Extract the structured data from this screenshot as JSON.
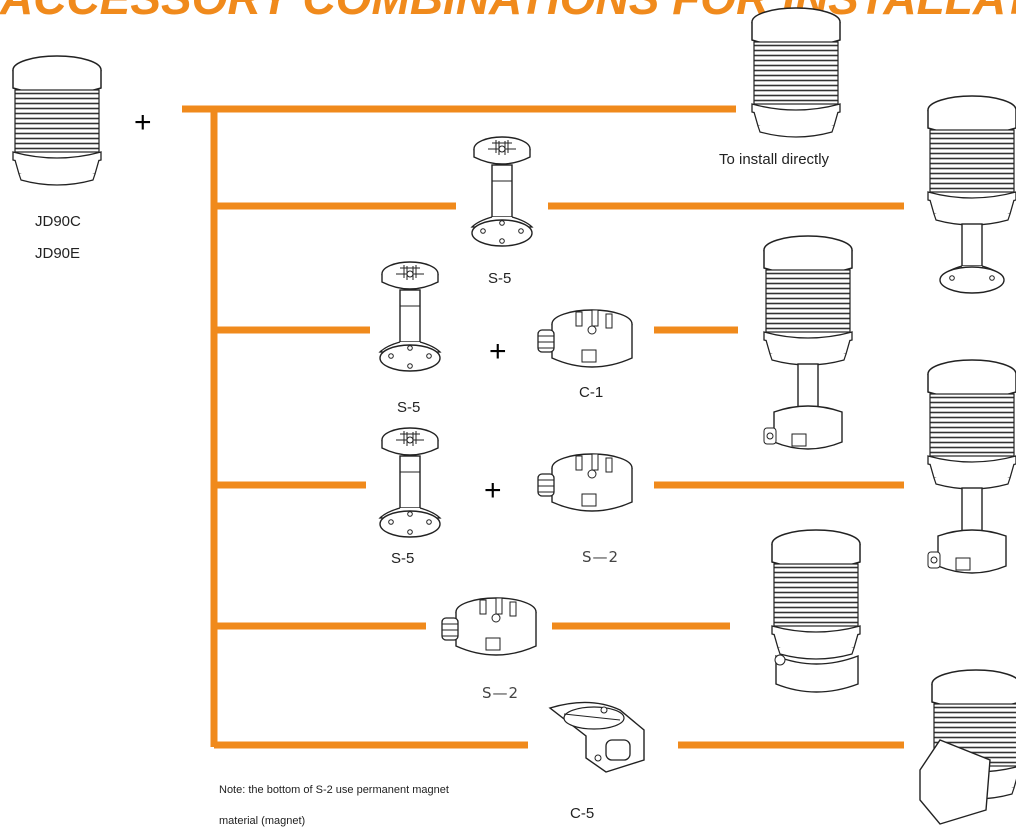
{
  "header": {
    "banner_text": "ACCESSORY COMBINATIONS FOR INSTALLATION"
  },
  "colors": {
    "accent": "#f08a1c",
    "line": "#222222"
  },
  "lamp": {
    "models": [
      "JD90C",
      "JD90E"
    ]
  },
  "options": {
    "direct_label": "To install directly",
    "s5_label": "S-5",
    "c1_label": "C-1",
    "s2_label": "S—2",
    "c5_label": "C-5"
  },
  "symbols": {
    "plus": "+"
  },
  "note": {
    "line1": "Note: the bottom of S-2 use permanent magnet",
    "line2": "material (magnet)"
  }
}
